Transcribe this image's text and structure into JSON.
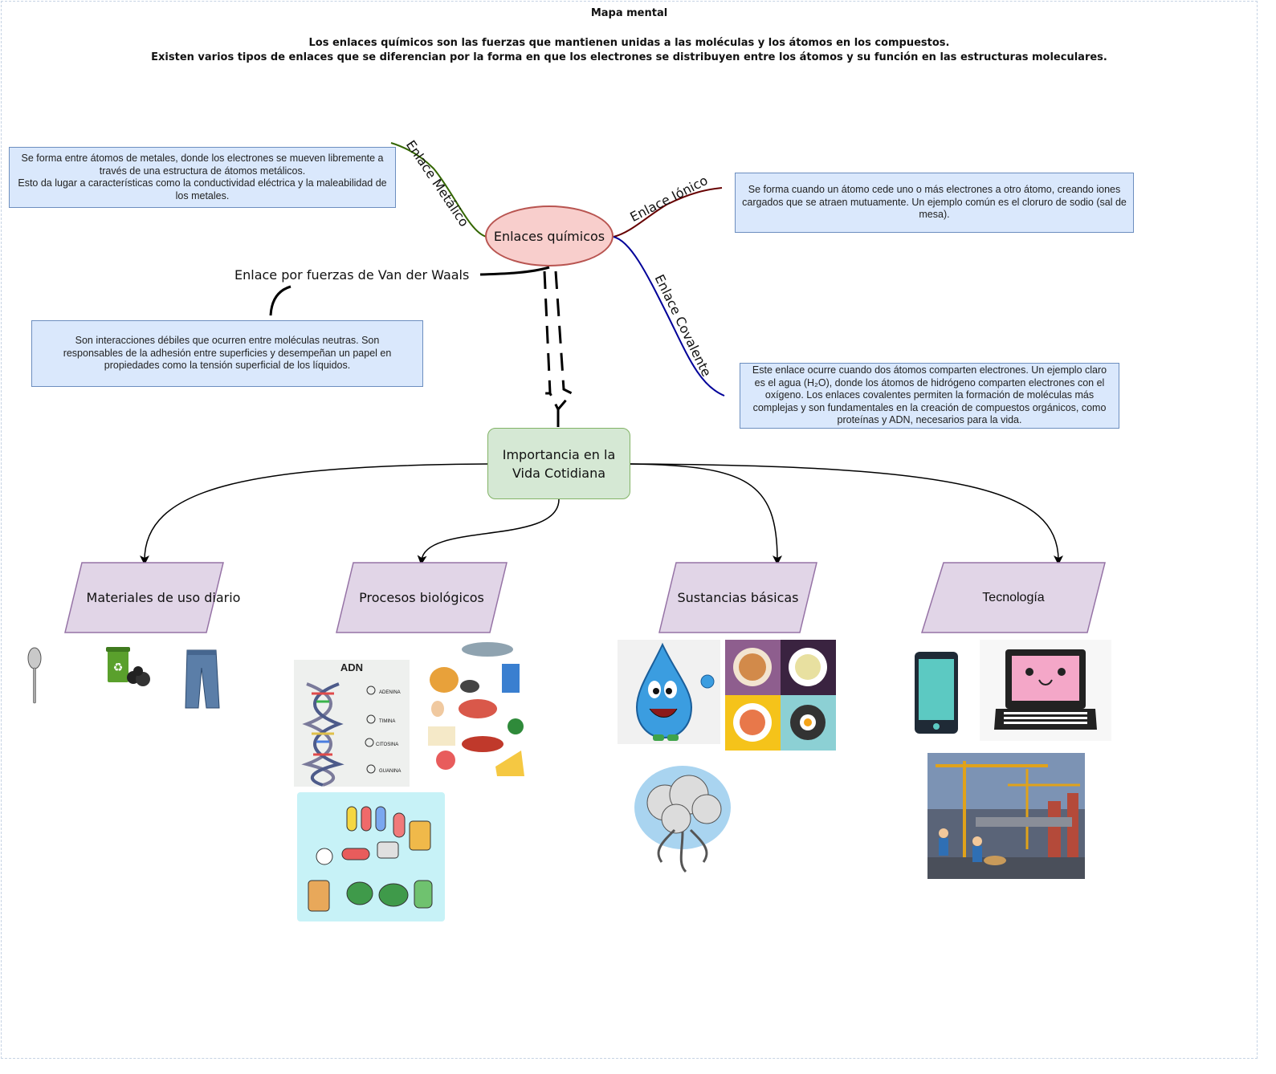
{
  "header": {
    "title": "Mapa mental",
    "line1": "Los enlaces químicos son las fuerzas que mantienen unidas a las moléculas y los átomos en los compuestos.",
    "line2": "Existen varios tipos de enlaces que se diferencian por la forma en que los electrones se distribuyen entre los átomos y su función en las estructuras moleculares."
  },
  "center": {
    "label": "Enlaces químicos"
  },
  "branches": {
    "metalico": {
      "label": "Enlace Metálico",
      "color": "#336600",
      "desc": "Se forma entre átomos de metales, donde los electrones se mueven libremente a través de una estructura de átomos metálicos.\nEsto da lugar a características como la conductividad eléctrica y la maleabilidad de los metales."
    },
    "ionico": {
      "label": "Enlace Iónico",
      "color": "#660000",
      "desc": "Se forma cuando un átomo cede uno o más electrones a otro átomo, creando iones cargados que se atraen mutuamente. Un ejemplo común es el cloruro de sodio (sal de mesa)."
    },
    "covalente": {
      "label": "Enlace Covalente",
      "color": "#000099",
      "desc": "Este enlace ocurre cuando dos átomos comparten electrones. Un ejemplo claro es el agua (H₂O), donde los átomos de hidrógeno comparten electrones con el oxígeno. Los enlaces covalentes permiten la formación de moléculas más complejas y son fundamentales en la creación de compuestos orgánicos, como proteínas y ADN, necesarios para la vida."
    },
    "vanderwaals": {
      "label": "Enlace por fuerzas de Van der Waals",
      "color": "#000000",
      "desc": "Son interacciones débiles que ocurren entre moléculas neutras. Son responsables de la adhesión entre superficies y desempeñan un papel en propiedades como la tensión superficial de los líquidos."
    }
  },
  "importance": {
    "label": "Importancia en la Vida Cotidiana"
  },
  "categories": [
    {
      "label": "Materiales de uso diario"
    },
    {
      "label": "Procesos biológicos"
    },
    {
      "label": "Sustancias básicas"
    },
    {
      "label": "Tecnología"
    }
  ],
  "images": {
    "adn_title": "ADN",
    "adn_bases": [
      "ADENINA",
      "TIMINA",
      "CITOSINA",
      "GUANINA"
    ]
  },
  "colors": {
    "info_fill": "#dae8fc",
    "info_border": "#6c8ebf",
    "ellipse_fill": "#f8cecc",
    "ellipse_border": "#b85450",
    "importance_fill": "#d5e8d4",
    "importance_border": "#82b366",
    "category_fill": "#e1d5e7",
    "category_border": "#9673a6"
  }
}
